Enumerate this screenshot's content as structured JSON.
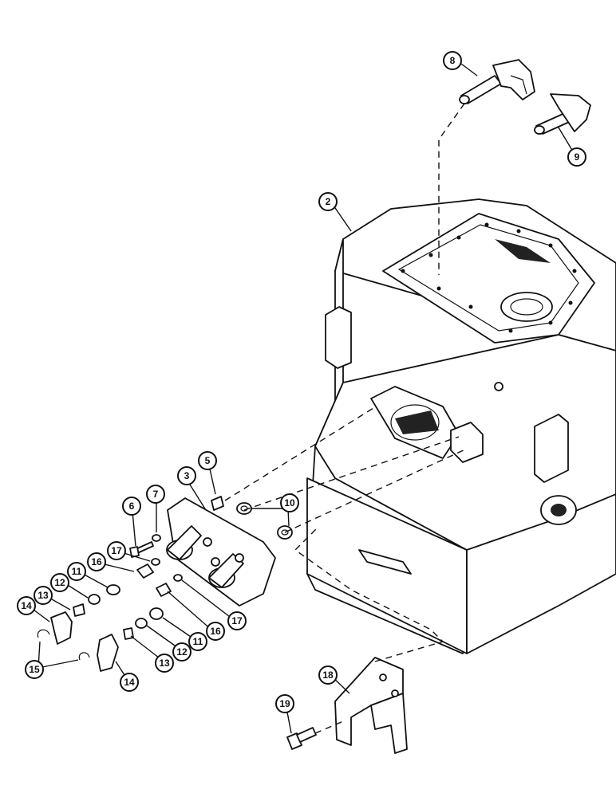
{
  "callouts": [
    {
      "id": "c8",
      "label": "8"
    },
    {
      "id": "c9",
      "label": "9"
    },
    {
      "id": "c2",
      "label": "2"
    },
    {
      "id": "c3",
      "label": "3"
    },
    {
      "id": "c5",
      "label": "5"
    },
    {
      "id": "c7",
      "label": "7"
    },
    {
      "id": "c6",
      "label": "6"
    },
    {
      "id": "c10",
      "label": "10"
    },
    {
      "id": "c17a",
      "label": "17"
    },
    {
      "id": "c16a",
      "label": "16"
    },
    {
      "id": "c11a",
      "label": "11"
    },
    {
      "id": "c12a",
      "label": "12"
    },
    {
      "id": "c13a",
      "label": "13"
    },
    {
      "id": "c14a",
      "label": "14"
    },
    {
      "id": "c15",
      "label": "15"
    },
    {
      "id": "c17b",
      "label": "17"
    },
    {
      "id": "c16b",
      "label": "16"
    },
    {
      "id": "c11b",
      "label": "11"
    },
    {
      "id": "c12b",
      "label": "12"
    },
    {
      "id": "c13b",
      "label": "13"
    },
    {
      "id": "c14b",
      "label": "14"
    },
    {
      "id": "c18",
      "label": "18"
    },
    {
      "id": "c19",
      "label": "19"
    }
  ]
}
